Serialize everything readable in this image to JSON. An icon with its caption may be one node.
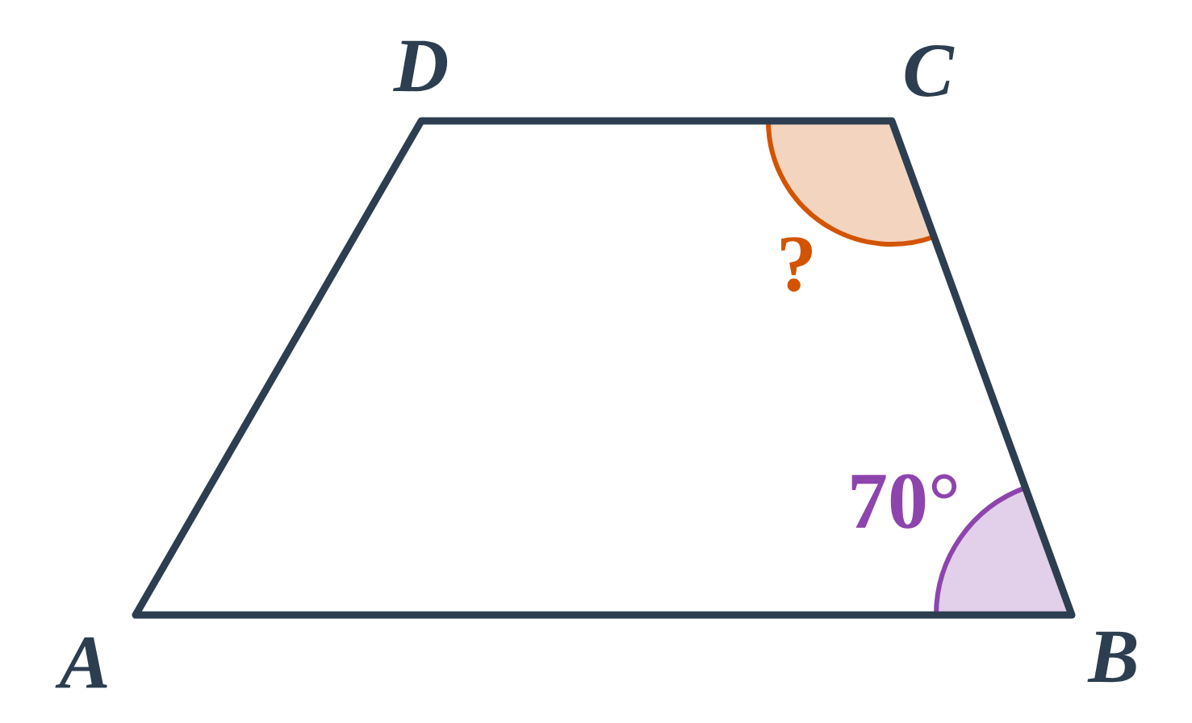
{
  "diagram": {
    "labels": [
      "D",
      "C",
      "?",
      "70°",
      "A",
      "B"
    ]
  }
}
